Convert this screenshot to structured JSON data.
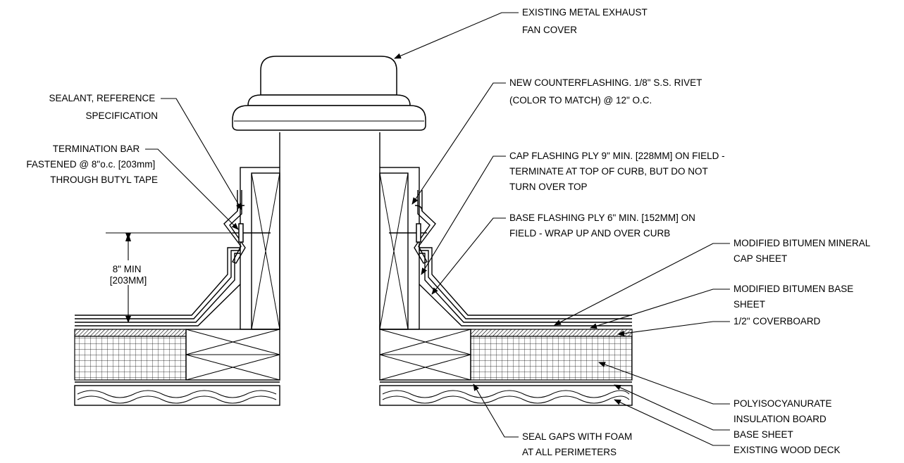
{
  "labels": {
    "fan_cover": [
      "EXISTING METAL EXHAUST",
      "FAN COVER"
    ],
    "counterflashing": [
      "NEW COUNTERFLASHING.  1/8\" S.S. RIVET",
      "(COLOR TO MATCH) @ 12\" O.C."
    ],
    "sealant": [
      "SEALANT, REFERENCE",
      "SPECIFICATION"
    ],
    "termination_bar": [
      "TERMINATION BAR",
      "FASTENED @ 8\"o.c. [203mm]",
      "THROUGH BUTYL TAPE"
    ],
    "cap_flashing": [
      "CAP FLASHING PLY 9\" MIN. [228MM] ON FIELD -",
      "TERMINATE AT TOP OF CURB, BUT DO NOT",
      "TURN OVER TOP"
    ],
    "base_flashing": [
      "BASE FLASHING PLY 6\" MIN. [152MM] ON",
      "FIELD - WRAP UP AND OVER CURB"
    ],
    "mineral_cap": [
      "MODIFIED BITUMEN MINERAL",
      "CAP SHEET"
    ],
    "base_sheet_mb": [
      "MODIFIED BITUMEN BASE",
      "SHEET"
    ],
    "coverboard": [
      "1/2\" COVERBOARD"
    ],
    "dimension": [
      "8\" MIN",
      "[203MM]"
    ],
    "polyiso": [
      "POLYISOCYANURATE",
      "INSULATION BOARD"
    ],
    "base_sheet": [
      "BASE SHEET"
    ],
    "wood_deck": [
      "EXISTING WOOD DECK"
    ],
    "seal_gaps": [
      "SEAL GAPS WITH FOAM",
      "AT ALL PERIMETERS"
    ]
  }
}
